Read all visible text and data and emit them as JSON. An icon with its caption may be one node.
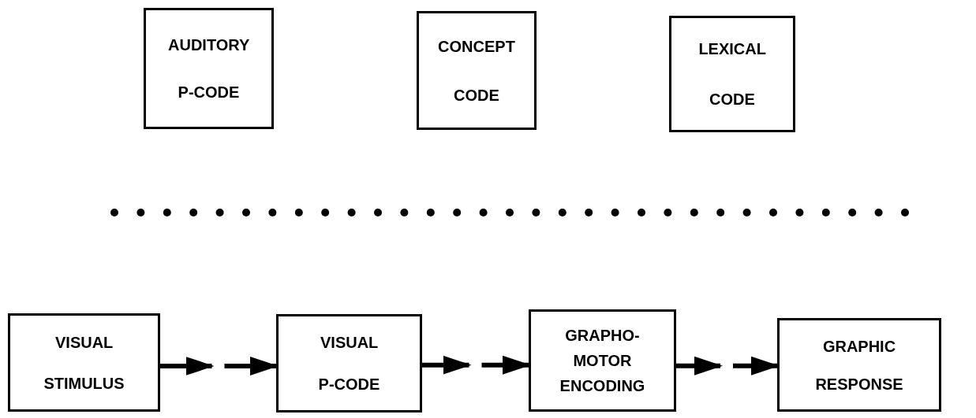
{
  "diagram": {
    "nodes": [
      {
        "text": [
          "AUDITORY P-CODE"
        ]
      },
      {
        "text": [
          "CONCEPT CODE"
        ]
      },
      {
        "text": [
          "LEXICAL CODE"
        ]
      },
      {
        "text": [
          "VISUAL STIMULUS"
        ]
      },
      {
        "text": [
          "VISUAL P-CODE"
        ]
      },
      {
        "text": [
          "GRAPHO- MOTOR ENCODING"
        ]
      },
      {
        "text": [
          "GRAPHIC RESPONSE"
        ]
      }
    ],
    "edges": [
      {
        "from": 3,
        "to": 4,
        "arrow": "to"
      },
      {
        "from": 4,
        "to": 5,
        "arrow": "to"
      },
      {
        "from": 5,
        "to": 6,
        "arrow": "to"
      }
    ]
  }
}
